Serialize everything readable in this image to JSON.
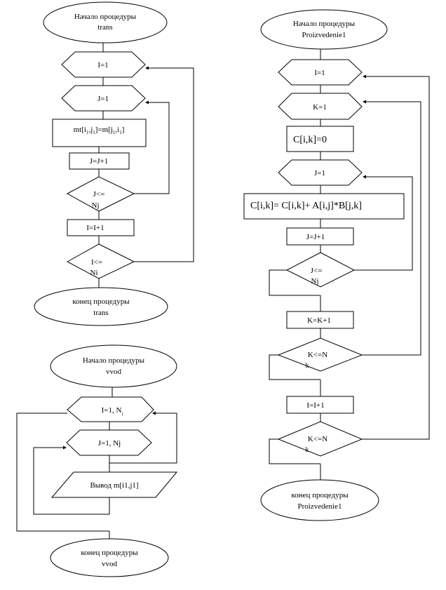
{
  "trans": {
    "start_line1": "Начало процедуры",
    "start_line2": "trans",
    "i_init": "I=1",
    "j_init": "J=1",
    "assign_main": "mt[i",
    "assign_sub1": "1",
    "assign_mid1": ",j",
    "assign_sub2": "1",
    "assign_mid2": "]=m[j",
    "assign_sub3": "1",
    "assign_mid3": ",i",
    "assign_sub4": "1",
    "assign_end": "]",
    "j_inc": "J=J+1",
    "j_cond_line1": "J<=",
    "j_cond_line2": "Nj",
    "i_inc": "I=I+1",
    "i_cond_line1": "I<=",
    "i_cond_line2": "Ni",
    "end_line1": "конец процедуры",
    "end_line2": "trans"
  },
  "vvod": {
    "start_line1": "Начало процедуры",
    "start_line2": "vvod",
    "i_loop": "I=1, N",
    "i_loop_sub": "i",
    "j_loop": "J=1, Nj",
    "output": "Вывод m[i1,j1]",
    "end_line1": "конец процедуры",
    "end_line2": "vvod"
  },
  "proizvedenie": {
    "start_line1": "Начало процедуры",
    "start_line2": "Proizvedenie1",
    "i_init": "I=1",
    "k_init": "K=1",
    "c_zero": "C[i,k]=0",
    "j_init": "J=1",
    "c_accum": "C[i,k]= C[i,k]+ A[i,j]*B[j,k]",
    "j_inc": "J=J+1",
    "j_cond_line1": "J<=",
    "j_cond_line2": "Nj",
    "k_inc": "K=K+1",
    "k_cond_line1": "K<=N",
    "k_cond_line2": "k",
    "i_inc": "I=I+1",
    "i_cond_line1": "K<=N",
    "i_cond_line2": "k",
    "end_line1": "конец процедуры",
    "end_line2": "Proizvedenie1"
  }
}
